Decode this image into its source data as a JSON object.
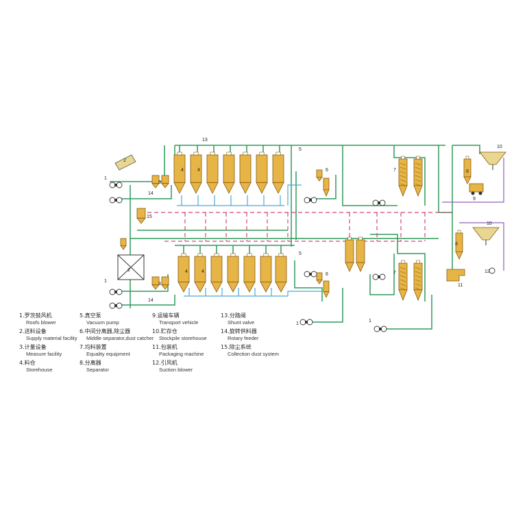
{
  "colors": {
    "pipe_green": "#2f9a5a",
    "pipe_blue": "#4aa8d8",
    "pipe_pink": "#d2457e",
    "pipe_purple": "#8a63b8",
    "tank_fill": "#e6b545",
    "tank_stroke": "#8a5a10",
    "storage_fill": "#e9d690"
  },
  "diagram": {
    "top_storehouse_labels": [
      "4",
      "4"
    ],
    "top_pipe_label": "13",
    "bottom_storehouse_labels": [
      "4",
      "4"
    ],
    "numbers": {
      "blower": "1",
      "supply_feeder": "2",
      "measure_device": "3",
      "middle_separator": "6",
      "stockpile_storehouse": "7",
      "separator": "8",
      "transport_vehicle": "9",
      "equality_equipment": "10",
      "packaging_machine": "11",
      "suction_blower": "12",
      "rotary_feeder": "14",
      "collection_dust": "15",
      "vacuum_pump": "5"
    }
  },
  "legend": {
    "col1": [
      {
        "cn": "1.罗茨鼓风机",
        "en": "Roofs blower"
      },
      {
        "cn": "2.送料设备",
        "en": "Supply material facility"
      },
      {
        "cn": "3.计量设备",
        "en": "Measure facility"
      },
      {
        "cn": "4.料仓",
        "en": "Storehouse"
      }
    ],
    "col2": [
      {
        "cn": "5.真空泵",
        "en": "Vacuum pump"
      },
      {
        "cn": "6.中间分离器,除尘器",
        "en": "Middle separator,dust catcher"
      },
      {
        "cn": "7.均料装置",
        "en": "Equality equipment"
      },
      {
        "cn": "8.分离器",
        "en": "Separator"
      }
    ],
    "col3": [
      {
        "cn": "9.运输车辆",
        "en": "Transport vehicle"
      },
      {
        "cn": "10.贮存仓",
        "en": "Stockpile storehouse"
      },
      {
        "cn": "11.包装机",
        "en": "Packaging machine"
      },
      {
        "cn": "12.引风机",
        "en": "Suction blower"
      }
    ],
    "col4": [
      {
        "cn": "13.分路阀",
        "en": "Shunt valve"
      },
      {
        "cn": "14.旋转供料器",
        "en": "Rotary feeder"
      },
      {
        "cn": "15.除尘系统",
        "en": "Collection dust system"
      }
    ]
  }
}
